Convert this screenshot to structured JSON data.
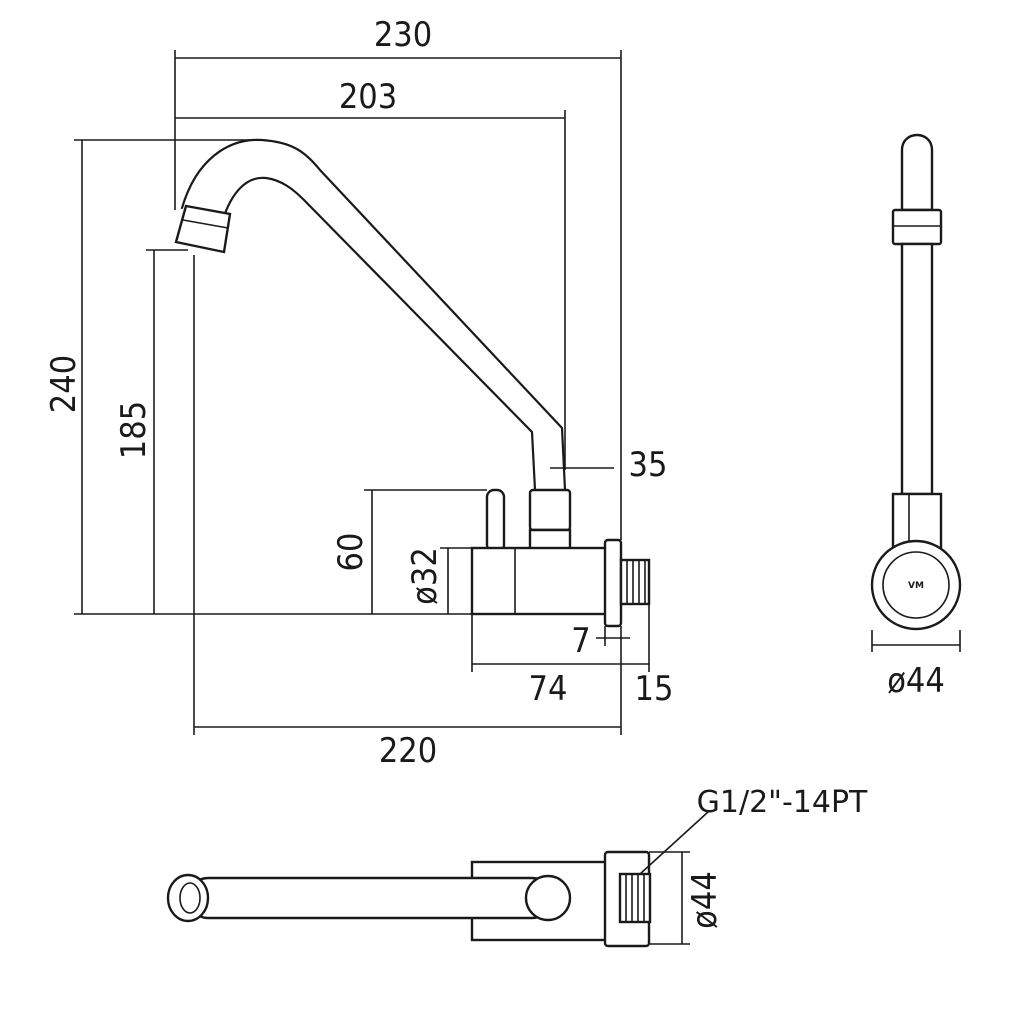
{
  "dimensions": {
    "overall_width": "230",
    "spout_reach": "203",
    "overall_height": "240",
    "outlet_height": "185",
    "body_offset": "35",
    "handle_height": "60",
    "body_diameter": "ø32",
    "flange_thickness": "7",
    "body_length": "74",
    "thread_length": "15",
    "wall_to_outlet": "220",
    "side_diameter": "ø44",
    "top_diameter": "ø44"
  },
  "annotations": {
    "thread_spec": "G1/2\"-14PT",
    "logo": "VM"
  },
  "colors": {
    "line": "#1a1a1a",
    "background": "#ffffff"
  }
}
